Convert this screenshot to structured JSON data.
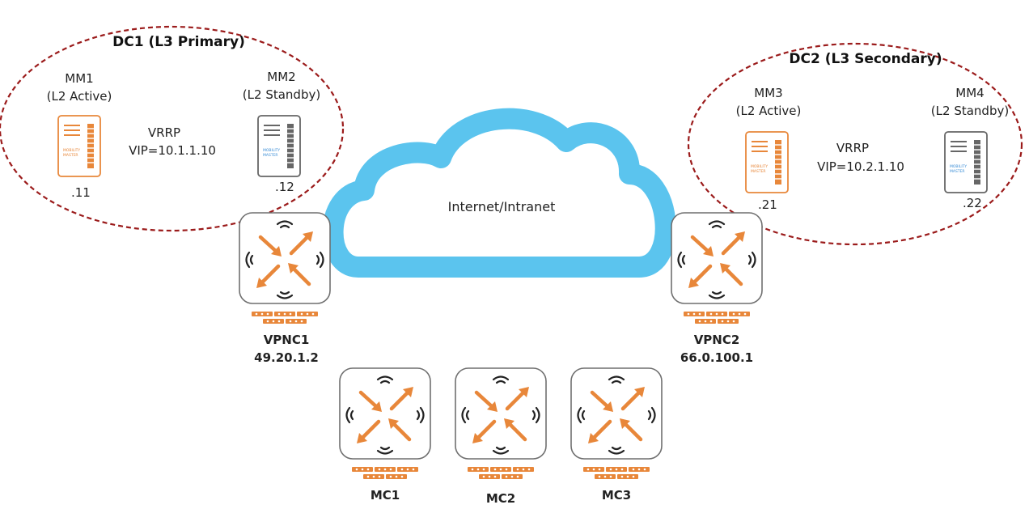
{
  "dc1": {
    "title": "DC1 (L3 Primary)",
    "mm1": {
      "name": "MM1",
      "role": "(L2 Active)",
      "host": ".11"
    },
    "mm2": {
      "name": "MM2",
      "role": "(L2 Standby)",
      "host": ".12"
    },
    "vrrp": "VRRP",
    "vip": "VIP=10.1.1.10"
  },
  "dc2": {
    "title": "DC2 (L3 Secondary)",
    "mm3": {
      "name": "MM3",
      "role": "(L2 Active)",
      "host": ".21"
    },
    "mm4": {
      "name": "MM4",
      "role": "(L2 Standby)",
      "host": ".22"
    },
    "vrrp": "VRRP",
    "vip": "VIP=10.2.1.10"
  },
  "cloud": {
    "label": "Internet/Intranet"
  },
  "vpnc1": {
    "name": "VPNC1",
    "ip": "49.20.1.2"
  },
  "vpnc2": {
    "name": "VPNC2",
    "ip": "66.0.100.1"
  },
  "mcs": [
    {
      "name": "MC1"
    },
    {
      "name": "MC2"
    },
    {
      "name": "MC3"
    }
  ],
  "server_badge": {
    "line1": "MOBILITY",
    "line2": "MASTER"
  },
  "colors": {
    "dashed_ring": "#9b1b1b",
    "cloud": "#5bc4ee",
    "accent_orange": "#e8873a",
    "server_gray": "#666666",
    "server_blue": "#3a8dd6"
  }
}
